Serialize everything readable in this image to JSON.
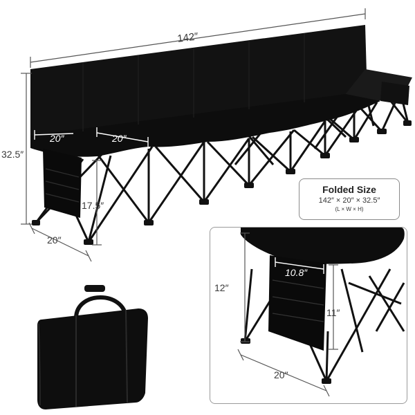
{
  "dimensions": {
    "length": "142″",
    "height": "32.5″",
    "seat_depth": "20″",
    "seat_width_left": "20″",
    "seat_width_right": "20″",
    "seat_height": "17.5″",
    "detail_pocket_width": "10.8″",
    "detail_pocket_height": "12″",
    "detail_pocket_depth": "11″",
    "detail_base_depth": "20″"
  },
  "folded": {
    "title": "Folded Size",
    "dims": "142″ × 20″ × 32.5″",
    "lwh": "(L × W × H)"
  },
  "colors": {
    "product": "#111111",
    "dimension_line": "#555555",
    "border": "#9a9a9a"
  }
}
